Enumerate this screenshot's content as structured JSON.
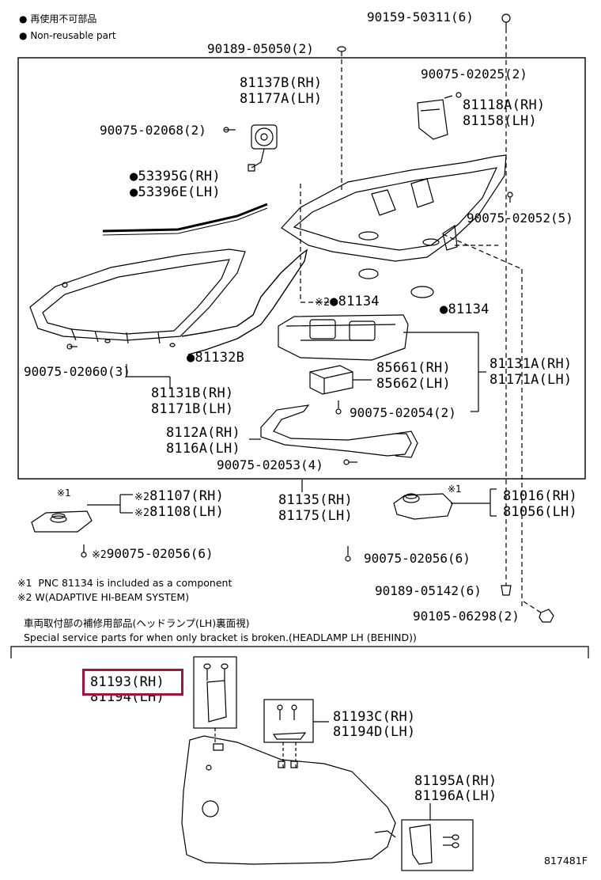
{
  "legend": {
    "jp_text": "再使用不可部品",
    "en_text": "Non-reusable part"
  },
  "parts": {
    "p_90159_50311": "90159-50311(6)",
    "p_90189_05050": "90189-05050(2)",
    "p_81137B": "81137B(RH)",
    "p_81177A": "81177A(LH)",
    "p_90075_02025": "90075-02025(2)",
    "p_81118A": "81118A(RH)",
    "p_81158": "81158(LH)",
    "p_90075_02068": "90075-02068(2)",
    "p_53395G": "53395G(RH)",
    "p_53396E": "53396E(LH)",
    "p_90075_02052": "90075-02052(5)",
    "p_81134_a_prefix": "※2",
    "p_81134_a": "81134",
    "p_81134_b": "81134",
    "p_90075_02060": "90075-02060(3)",
    "p_81132B": "81132B",
    "p_85661": "85661(RH)",
    "p_85662": "85662(LH)",
    "p_81131A": "81131A(RH)",
    "p_81171A": "81171A(LH)",
    "p_81131B": "81131B(RH)",
    "p_81171B": "81171B(LH)",
    "p_90075_02054": "90075-02054(2)",
    "p_8112A": "8112A(RH)",
    "p_8116A": "8116A(LH)",
    "p_90075_02053": "90075-02053(4)",
    "p_mark1_left": "※1",
    "p_81107_prefix": "※2",
    "p_81107": "81107(RH)",
    "p_81108_prefix": "※2",
    "p_81108": "81108(LH)",
    "p_81135": "81135(RH)",
    "p_81175": "81175(LH)",
    "p_mark1_right": "※1",
    "p_81016": "81016(RH)",
    "p_81056": "81056(LH)",
    "p_90075_02056_left_prefix": "※2",
    "p_90075_02056_left": "90075-02056(6)",
    "p_90075_02056_right": "90075-02056(6)",
    "p_90189_05142": "90189-05142(6)",
    "p_90105_06298": "90105-06298(2)"
  },
  "notes": {
    "n1_mark": "※1",
    "n1_text": "PNC 81134 is included as a component",
    "n2_mark": "※2",
    "n2_text": "W(ADAPTIVE HI-BEAM SYSTEM)"
  },
  "service": {
    "jp_text": "車両取付部の補修用部品(ヘッドランプ(LH)裏面視)",
    "en_text": "Special service parts for when only bracket is broken.(HEADLAMP LH (BEHIND))",
    "p_81193": "81193(RH)",
    "p_81194": "81194(LH)",
    "p_81193C": "81193C(RH)",
    "p_81194D": "81194D(LH)",
    "p_81195A": "81195A(RH)",
    "p_81196A": "81196A(LH)"
  },
  "diagram_id": "817481F",
  "colors": {
    "highlight": "#a3143a",
    "line": "#000000"
  }
}
